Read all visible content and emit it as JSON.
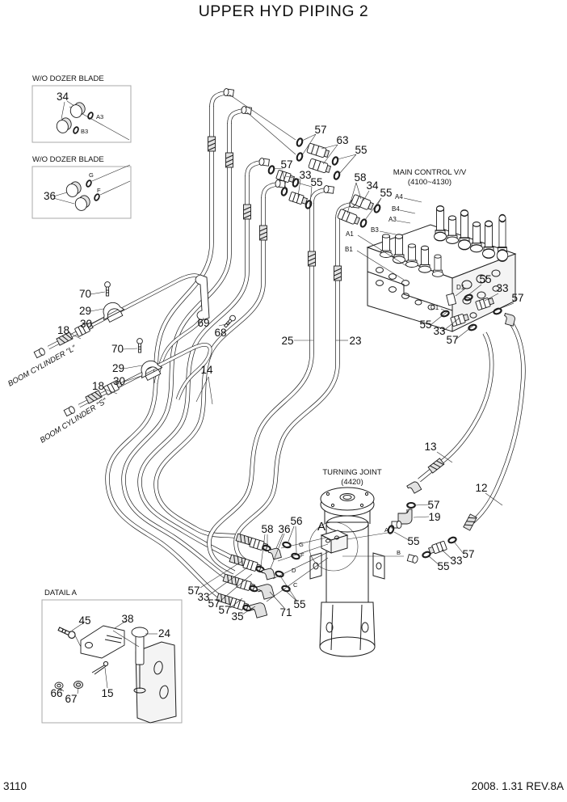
{
  "title": "UPPER HYD PIPING 2",
  "footer": {
    "page_number": "3110",
    "revision_date": "2008. 1.31  REV.8A"
  },
  "inset_box_1": {
    "heading": "W/O DOZER BLADE",
    "part": "34",
    "port_a": "A3",
    "port_b": "B3"
  },
  "inset_box_2": {
    "heading": "W/O DOZER BLADE",
    "part": "36",
    "port_a": "G",
    "port_b": "F"
  },
  "valve": {
    "title": "MAIN CONTROL V/V",
    "subtitle": "(4100~4130)",
    "ports": {
      "a4": "A4",
      "b4": "B4",
      "a3": "A3",
      "b3": "B3",
      "a1": "A1",
      "b1": "B1",
      "d1": "D1",
      "c1": "C1"
    }
  },
  "turning_joint": {
    "title": "TURNING JOINT",
    "subtitle": "(4420)",
    "detail_marker": "A",
    "ports": {
      "a": "A",
      "b": "B",
      "g": "G",
      "f": "F",
      "d": "D",
      "c": "C"
    }
  },
  "boom_lines": {
    "upper": {
      "name": "BOOM CYLINDER \"L\"",
      "bolt": "70",
      "clamp": "29",
      "cushion": "30",
      "hose": "18"
    },
    "lower": {
      "name": "BOOM CYLINDER \"S\"",
      "bolt": "70",
      "clamp": "29",
      "cushion": "30",
      "hose": "18"
    }
  },
  "detail_a": {
    "heading": "DATAIL A",
    "parts": {
      "bolt": "45",
      "bracket": "38",
      "pin": "24",
      "washer": "66",
      "nut": "67",
      "cotter_pin": "15"
    }
  },
  "callouts": {
    "top": [
      "57",
      "63",
      "55",
      "57",
      "33",
      "55",
      "58",
      "34",
      "55"
    ],
    "valve_d1": [
      "55",
      "33",
      "57"
    ],
    "valve_c1": [
      "55",
      "33",
      "57"
    ],
    "mid": [
      "69",
      "68",
      "25",
      "23",
      "14"
    ],
    "right": [
      "13",
      "12"
    ],
    "tj_a": [
      "57",
      "19",
      "55"
    ],
    "tj_b": [
      "55",
      "33",
      "57"
    ],
    "cluster_top": [
      "58",
      "36",
      "56"
    ],
    "cluster_left": [
      "57",
      "33",
      "57",
      "57",
      "35"
    ],
    "cluster_right": [
      "71",
      "55"
    ]
  }
}
